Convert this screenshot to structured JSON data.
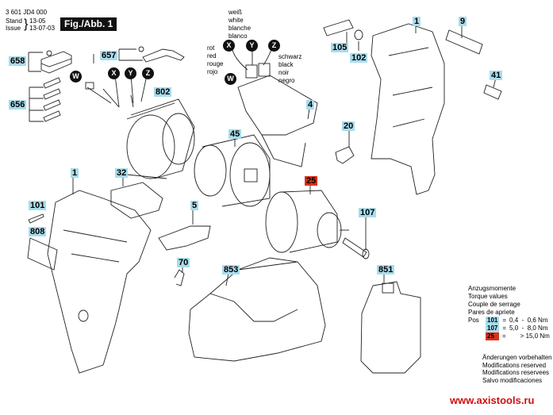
{
  "header": {
    "doc_number": "3 601 JD4 000",
    "stand_label": "Stand",
    "issue_label": "Issue",
    "stand_value": "13-05",
    "issue_value": "13-07-03",
    "figure_label": "Fig./Abb. 1"
  },
  "part_labels": [
    {
      "id": "658",
      "highlight": "blue"
    },
    {
      "id": "657",
      "highlight": "blue"
    },
    {
      "id": "656",
      "highlight": "blue"
    },
    {
      "id": "802",
      "highlight": "blue"
    },
    {
      "id": "105",
      "highlight": "blue"
    },
    {
      "id": "102",
      "highlight": "blue"
    },
    {
      "id": "1",
      "highlight": "blue"
    },
    {
      "id": "9",
      "highlight": "blue"
    },
    {
      "id": "41",
      "highlight": "blue"
    },
    {
      "id": "4",
      "highlight": "blue"
    },
    {
      "id": "20",
      "highlight": "blue"
    },
    {
      "id": "45",
      "highlight": "blue"
    },
    {
      "id": "25",
      "highlight": "red"
    },
    {
      "id": "1",
      "highlight": "blue"
    },
    {
      "id": "32",
      "highlight": "blue"
    },
    {
      "id": "101",
      "highlight": "blue"
    },
    {
      "id": "808",
      "highlight": "blue"
    },
    {
      "id": "5",
      "highlight": "blue"
    },
    {
      "id": "70",
      "highlight": "blue"
    },
    {
      "id": "107",
      "highlight": "blue"
    },
    {
      "id": "853",
      "highlight": "blue"
    },
    {
      "id": "851",
      "highlight": "blue"
    }
  ],
  "wire_markers": {
    "motor": [
      "W",
      "X",
      "Y",
      "Z"
    ],
    "switch": [
      "W",
      "X",
      "Y",
      "Z"
    ]
  },
  "wire_colors": {
    "white": [
      "weiß",
      "white",
      "blanche",
      "blanco"
    ],
    "red": [
      "rot",
      "red",
      "rouge",
      "rojo"
    ],
    "black": [
      "schwarz",
      "black",
      "noir",
      "negro"
    ]
  },
  "torque": {
    "title_lines": [
      "Anzugsmomente",
      "Torque values",
      "Couple de serrage",
      "Pares de apriete"
    ],
    "pos_label": "Pos",
    "rows": [
      {
        "pos": "101",
        "highlight": "blue",
        "eq": "=",
        "value": "0,4  -  0,6 Nm"
      },
      {
        "pos": "107",
        "highlight": "blue",
        "eq": "=",
        "value": "5,0  -  8,0 Nm"
      },
      {
        "pos": "25",
        "highlight": "red",
        "eq": "=",
        "value": "> 15,0 Nm"
      }
    ]
  },
  "modifications": [
    "Änderungen vorbehalten",
    "Modifications reserved",
    "Modifications reservees",
    "Salvo modificaciones"
  ],
  "website": "www.axistools.ru",
  "colors": {
    "label_blue": "#a8dcec",
    "label_red": "#d8321a",
    "site_red": "#d01010"
  }
}
